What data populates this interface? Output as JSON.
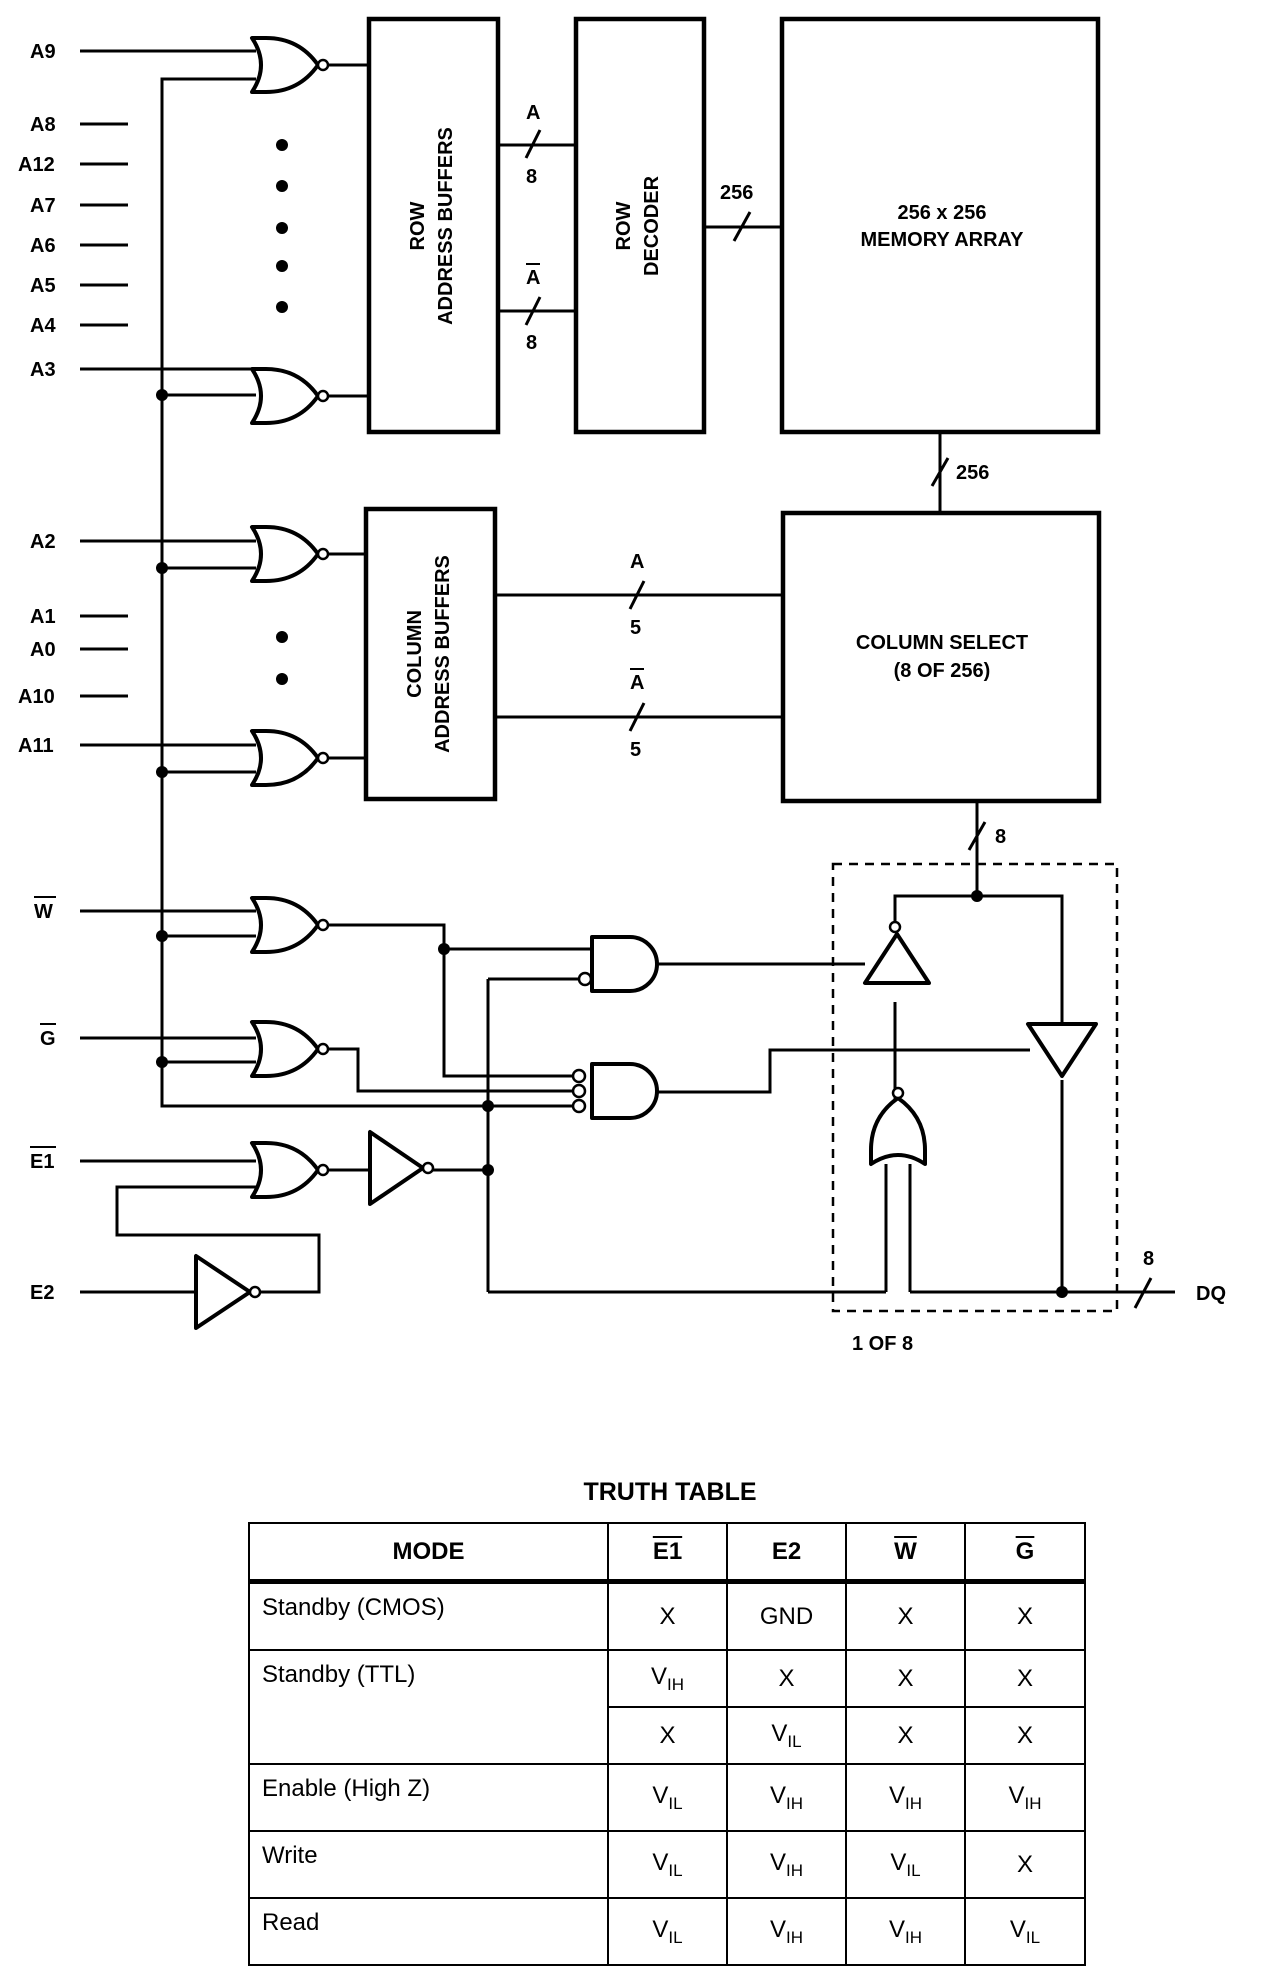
{
  "address_inputs": [
    "A9",
    "A8",
    "A12",
    "A7",
    "A6",
    "A5",
    "A4",
    "A3",
    "A2",
    "A1",
    "A0",
    "A10",
    "A11"
  ],
  "control_inputs": {
    "w": "W",
    "g": "G",
    "e1": "E1",
    "e2": "E2"
  },
  "output_label": "DQ",
  "blocks": {
    "row_buffers": [
      "ROW",
      "ADDRESS BUFFERS"
    ],
    "row_decoder": [
      "ROW",
      "DECODER"
    ],
    "memory_array": [
      "256 x 256",
      "MEMORY ARRAY"
    ],
    "column_buffers": [
      "COLUMN",
      "ADDRESS BUFFERS"
    ],
    "column_select": [
      "COLUMN SELECT",
      "(8 OF 256)"
    ]
  },
  "bus_labels": {
    "a": "A",
    "a_bar": "A",
    "row_width": "8",
    "column_width": "5",
    "decoder_out": "256",
    "array_out": "256",
    "column_out": "8",
    "dq_width": "8"
  },
  "io_block_label": "1 OF 8",
  "truth_table": {
    "title": "TRUTH TABLE",
    "headers": [
      "MODE",
      "E1",
      "E2",
      "W",
      "G"
    ],
    "rows": [
      {
        "mode": "Standby (CMOS)",
        "values": [
          "X",
          "GND",
          "X",
          "X"
        ]
      },
      {
        "mode": "Standby (TTL)",
        "values": [
          "VIH",
          "X",
          "X",
          "X"
        ]
      },
      {
        "mode": "",
        "values": [
          "X",
          "VIL",
          "X",
          "X"
        ]
      },
      {
        "mode": "Enable (High Z)",
        "values": [
          "VIL",
          "VIH",
          "VIH",
          "VIH"
        ]
      },
      {
        "mode": "Write",
        "values": [
          "VIL",
          "VIH",
          "VIL",
          "X"
        ]
      },
      {
        "mode": "Read",
        "values": [
          "VIL",
          "VIH",
          "VIH",
          "VIL"
        ]
      }
    ]
  }
}
